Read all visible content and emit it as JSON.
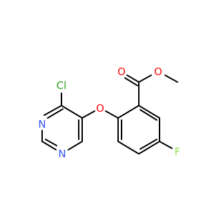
{
  "molecule": {
    "atoms": {
      "cl": {
        "symbol": "Cl",
        "color": "#2ea11e"
      },
      "n_top": {
        "symbol": "N",
        "color": "#3050f8"
      },
      "n_bottom": {
        "symbol": "N",
        "color": "#3050f8"
      },
      "o_ether": {
        "symbol": "O",
        "color": "#ff0d0d"
      },
      "o_carbonyl": {
        "symbol": "O",
        "color": "#ff0d0d"
      },
      "o_ester": {
        "symbol": "O",
        "color": "#ff0d0d"
      },
      "f": {
        "symbol": "F",
        "color": "#90e050"
      }
    }
  }
}
